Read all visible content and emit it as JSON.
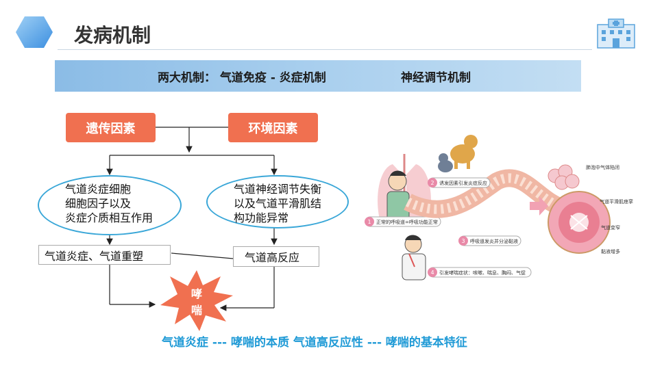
{
  "header": {
    "title": "发病机制"
  },
  "mechanism_bar": {
    "left": "两大机制： 气道免疫 - 炎症机制",
    "right": "神经调节机制"
  },
  "flow": {
    "factor_left": "遗传因素",
    "factor_right": "环境因素",
    "ellipse_left": "气道炎症细胞 细胞因子以及 炎症介质相互作用",
    "ellipse_left_lines": [
      "气道炎症细胞",
      "细胞因子以及",
      "炎症介质相互作用"
    ],
    "ellipse_right_lines": [
      "气道神经调节失衡",
      "以及气道平滑肌结",
      "构功能异常"
    ],
    "result_left": "气道炎症、气道重塑",
    "result_right": "气道高反应",
    "outcome_lines": [
      "哮",
      "喘"
    ]
  },
  "conclusion": {
    "text": "气道炎症 --- 哮喘的本质   气道高反应性 --- 哮喘的基本特征"
  },
  "illustration": {
    "labels": {
      "step1": "正常的呼吸道=呼吸功能正常",
      "step2": "诱发因素引发炎症反应",
      "step3": "呼吸道发炎并分泌黏液",
      "step4": "引发哮喘症状：咳嗽、喘息、胸闷、气促",
      "alveoli": "肺泡中气体陷闭",
      "smooth_muscle": "气道平滑肌痉挛",
      "narrowing": "气道变窄",
      "mucus": "黏液增多"
    },
    "step_numbers": [
      "1",
      "2",
      "3",
      "4"
    ]
  },
  "colors": {
    "accent_orange": "#f07050",
    "accent_blue": "#3aa7d8",
    "conclusion_blue": "#1f9ad6",
    "bar_blue": "#8bbce6"
  }
}
